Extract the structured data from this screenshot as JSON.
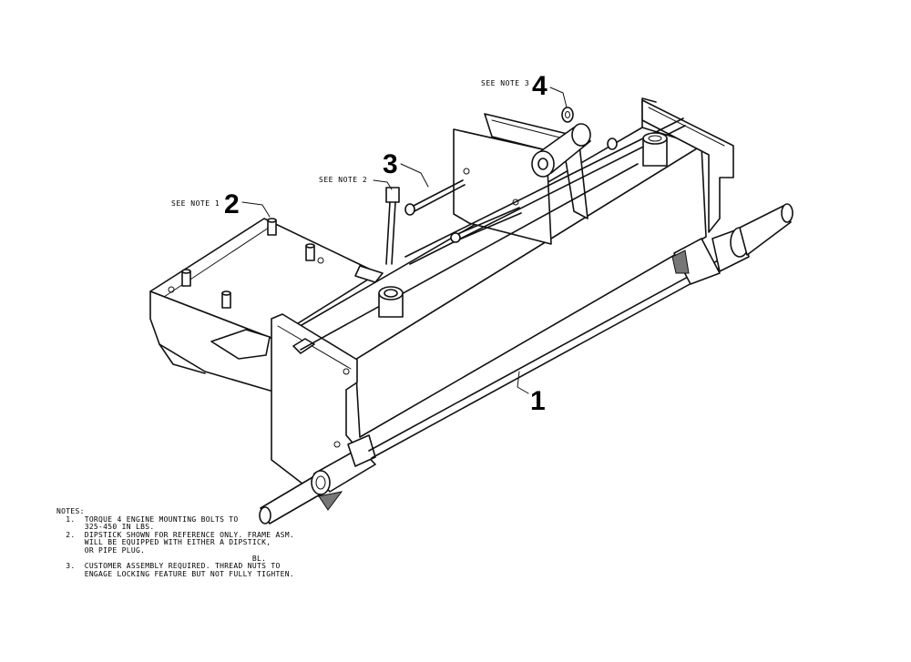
{
  "callouts": {
    "c1": "1",
    "c2": "2",
    "c3": "3",
    "c4": "4"
  },
  "note_refs": {
    "r2": "SEE NOTE 1",
    "r3": "SEE NOTE 2",
    "r4": "SEE NOTE 3"
  },
  "notes": {
    "heading": "NOTES:",
    "n1a": "  1.  TORQUE 4 ENGINE MOUNTING BOLTS TO",
    "n1b": "      325-450 IN LBS.",
    "n2a": "  2.  DIPSTICK SHOWN FOR REFERENCE ONLY. FRAME ASM.",
    "n2b": "      WILL BE EQUIPPED WITH EITHER A DIPSTICK,",
    "n2c": "      OR PIPE PLUG.",
    "n2d": "                                          BL.",
    "n3a": "  3.  CUSTOMER ASSEMBLY REQUIRED. THREAD NUTS TO",
    "n3b": "      ENGAGE LOCKING FEATURE BUT NOT FULLY TIGHTEN."
  }
}
